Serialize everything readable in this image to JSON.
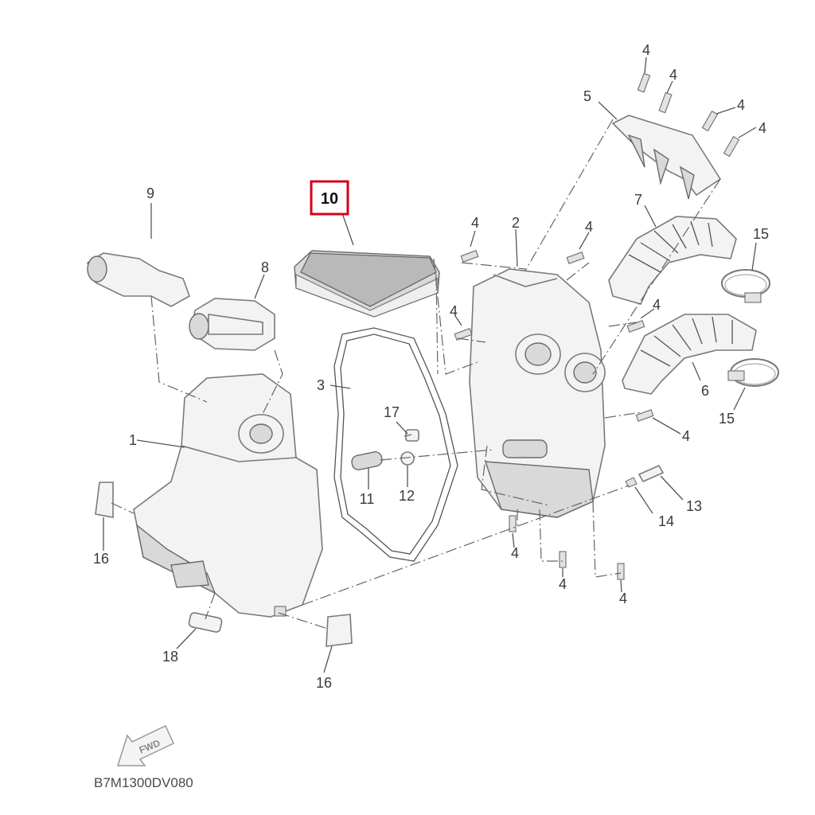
{
  "diagram": {
    "highlighted_callout": "10",
    "fwd_label": "FWD",
    "drawing_code": "B7M1300DV080",
    "callouts": {
      "c1": "1",
      "c2": "2",
      "c3": "3",
      "c4a": "4",
      "c4b": "4",
      "c4c": "4",
      "c4d": "4",
      "c4e": "4",
      "c4f": "4",
      "c4g": "4",
      "c4h": "4",
      "c4i": "4",
      "c4j": "4",
      "c4k": "4",
      "c4l": "4",
      "c5": "5",
      "c6": "6",
      "c7": "7",
      "c8": "8",
      "c9": "9",
      "c11": "11",
      "c12": "12",
      "c13": "13",
      "c14": "14",
      "c15a": "15",
      "c15b": "15",
      "c16a": "16",
      "c16b": "16",
      "c17": "17",
      "c18": "18"
    },
    "highlight_color": "#d0021b"
  }
}
